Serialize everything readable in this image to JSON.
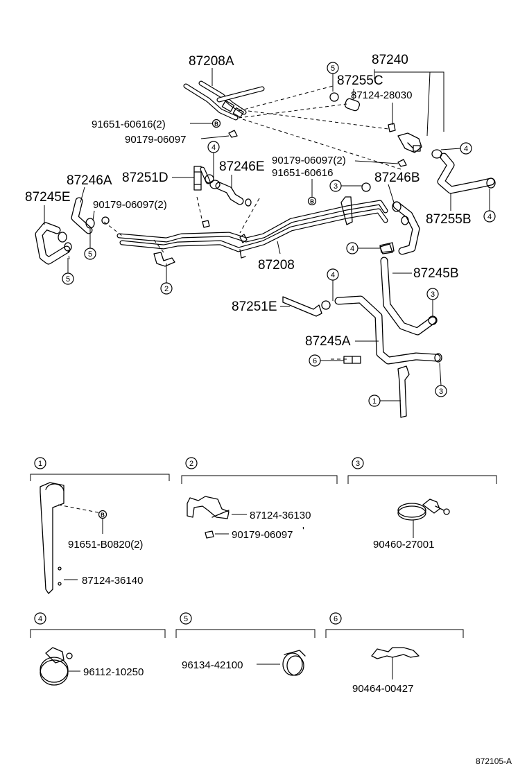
{
  "diagram": {
    "labels": {
      "l_87208A": "87208A",
      "l_87240": "87240",
      "l_87255C": "87255C",
      "l_87124_28030": "87124-28030",
      "l_91651_60616_2": "91651-60616(2)",
      "l_90179_06097": "90179-06097",
      "l_90179_06097_2_r": "90179-06097(2)",
      "l_91651_60616": "91651-60616",
      "l_87246A": "87246A",
      "l_87251D": "87251D",
      "l_87246E": "87246E",
      "l_87246B": "87246B",
      "l_87245E": "87245E",
      "l_90179_06097_2_l": "90179-06097(2)",
      "l_87255B": "87255B",
      "l_87208": "87208",
      "l_87245B": "87245B",
      "l_87251E": "87251E",
      "l_87245A": "87245A",
      "l_91651_B0820_2": "91651-B0820(2)",
      "l_87124_36140": "87124-36140",
      "l_87124_36130": "87124-36130",
      "l_90179_06097_d2": "90179-06097",
      "l_90460_27001": "90460-27001",
      "l_96112_10250": "96112-10250",
      "l_96134_42100": "96134-42100",
      "l_90464_00427": "90464-00427",
      "footer_code": "872105-A"
    },
    "callouts": {
      "c1": "1",
      "c2": "2",
      "c3": "3",
      "c4": "4",
      "c5": "5",
      "c6": "6",
      "bolt_mark": "B",
      "tick_mark": "'"
    }
  }
}
